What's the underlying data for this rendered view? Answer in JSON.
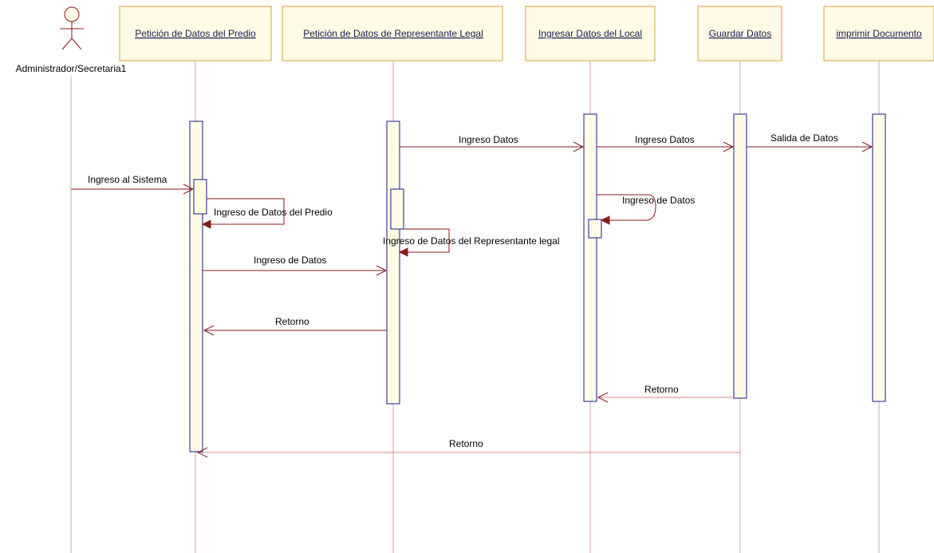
{
  "actor": {
    "label": "Administrador/Secretaria1"
  },
  "lanes": [
    {
      "label": "Petición de Datos del Predio"
    },
    {
      "label": "Petición de Datos de Representante Legal"
    },
    {
      "label": "Ingresar Datos del Local"
    },
    {
      "label": "Guardar Datos"
    },
    {
      "label": "imprimir Documento"
    }
  ],
  "messages": {
    "ingreso_sistema": "Ingreso al Sistema",
    "ingreso_datos_predio": "Ingreso de Datos del Predio",
    "ingreso_datos_1": "Ingreso de Datos",
    "retorno_1": "Retorno",
    "ingreso_datos_2": "Ingreso Datos",
    "ingreso_datos_representante": "Ingreso de Datos del Representante legal",
    "ingreso_datos_3": "Ingreso Datos",
    "ingreso_de_datos_self": "Ingreso de Datos",
    "salida_datos": "Salida de Datos",
    "retorno_2": "Retorno",
    "retorno_3": "Retorno"
  },
  "colors": {
    "lane_fill": "#fffbe6",
    "lane_border": "#d9a13a",
    "lifeline": "#d9a3a3",
    "activation_border": "#1a1a8c",
    "message": "#8b1a1a"
  }
}
